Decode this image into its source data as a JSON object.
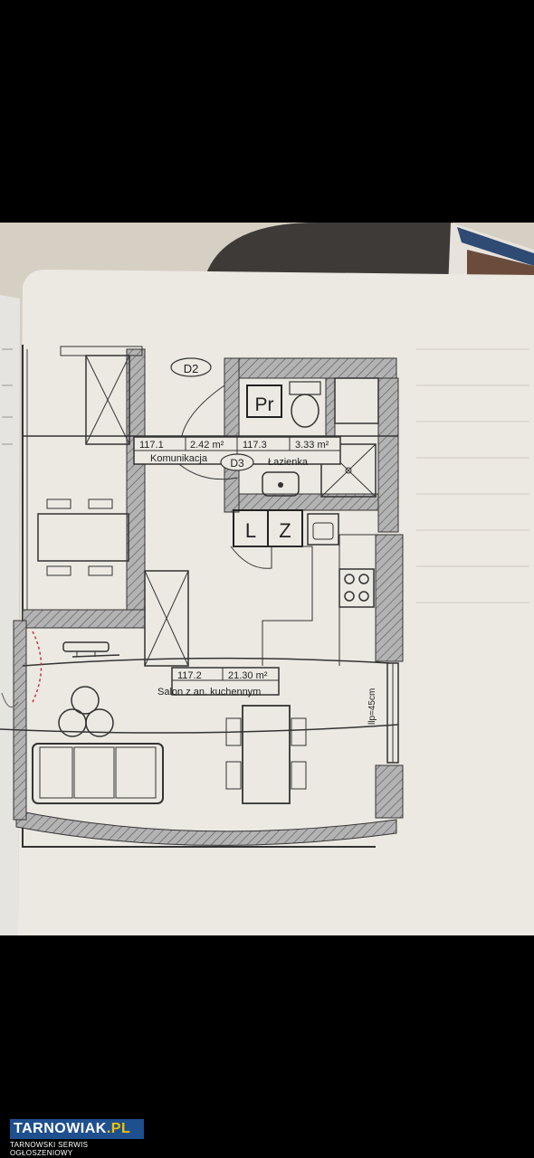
{
  "floorplan": {
    "door_d2": "D2",
    "door_d3": "D3",
    "pantry_label": "Pr",
    "fridge_label": "L",
    "freezer_label": "Z",
    "rooms": [
      {
        "number": "117.1",
        "area": "2.42 m²",
        "name": "Komunikacja"
      },
      {
        "number": "117.3",
        "area": "3.33 m²",
        "name": "Łazienka"
      },
      {
        "number": "117.2",
        "area": "21.30 m²",
        "name": "Salon z an. kuchennym"
      }
    ],
    "window_note": "llp=45cm"
  },
  "watermark": {
    "brand_main": "TARNOWIAK",
    "brand_suffix": ".PL",
    "tagline": "TARNOWSKI SERWIS OGŁOSZENIOWY"
  },
  "colors": {
    "background": "#000000",
    "paper": "#ece9e3",
    "wall_fill": "#a9a9a9",
    "line": "#2a2a2a",
    "watermark_blue": "#1e4f8f",
    "watermark_yellow": "#f2c200"
  }
}
